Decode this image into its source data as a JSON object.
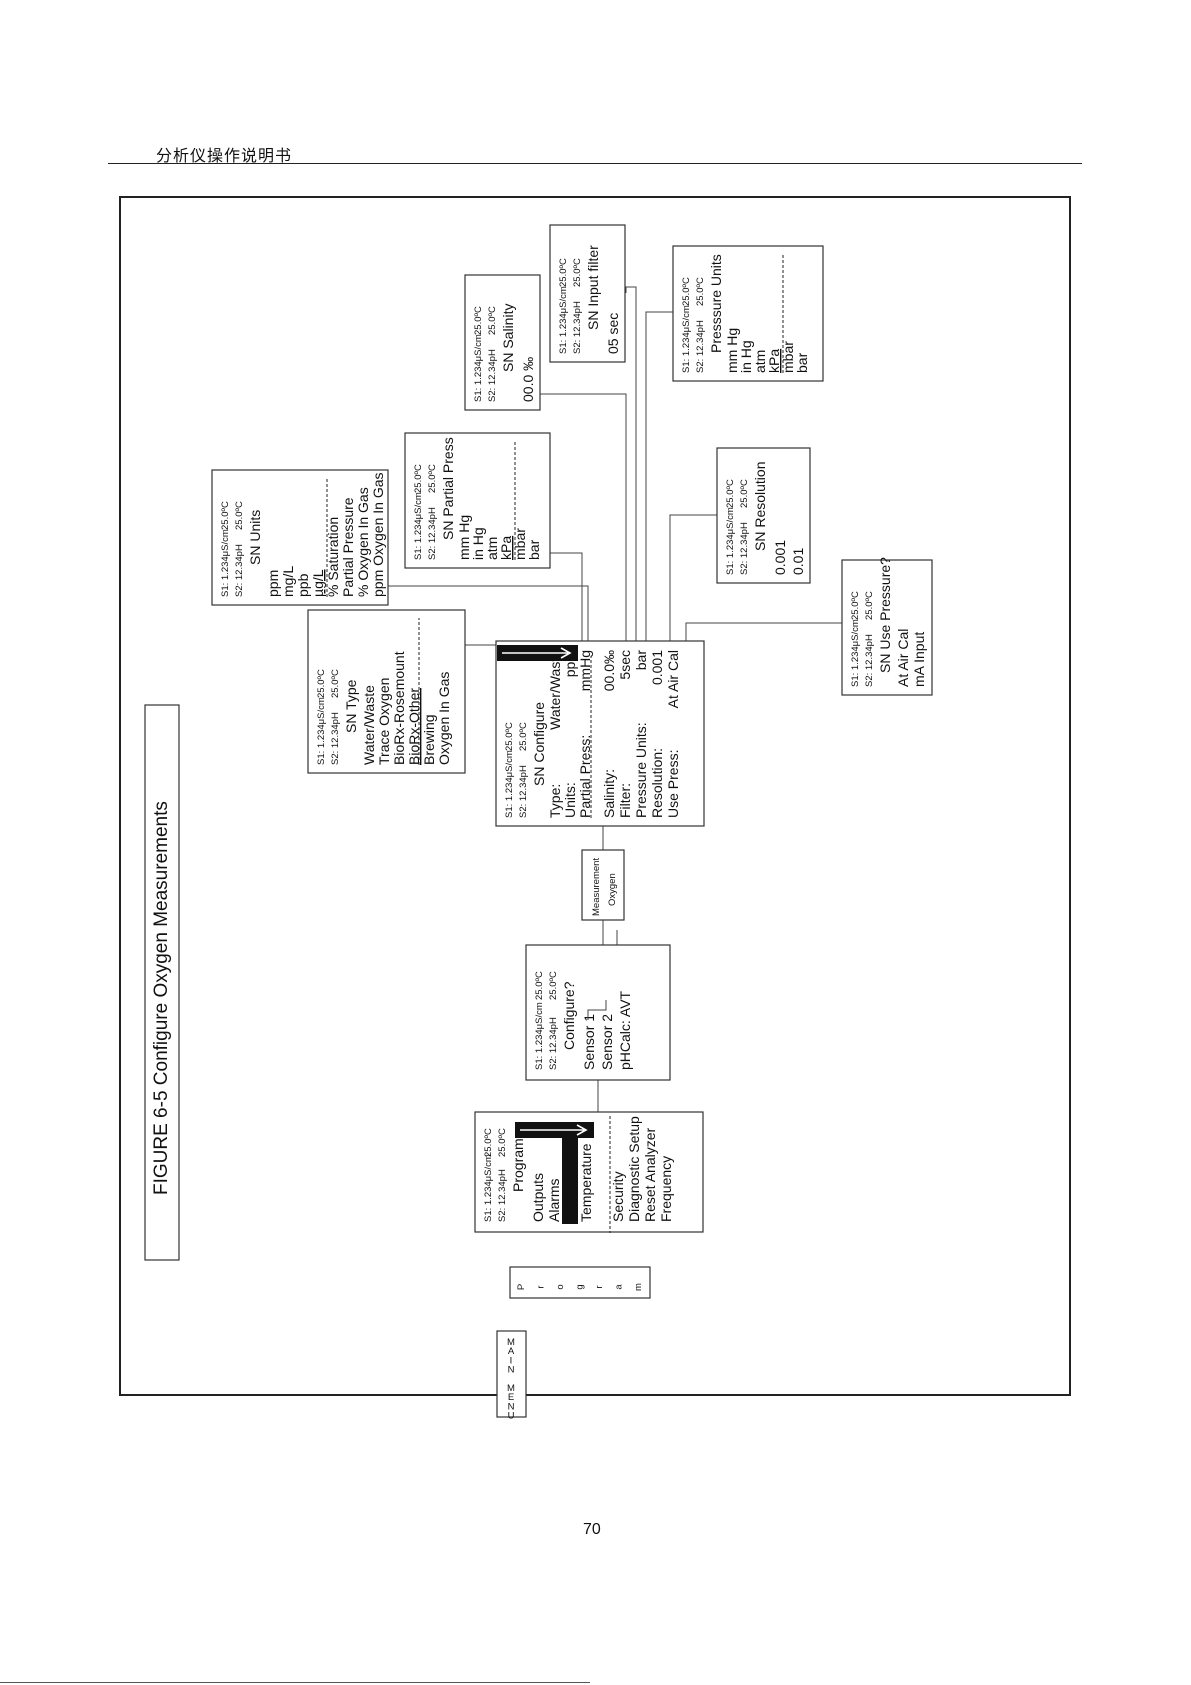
{
  "page": {
    "header_title": "分析仪操作说明书",
    "page_number": "70",
    "figure_title": "FIGURE 6-5 Configure Oxygen Measurements"
  },
  "status": {
    "s1": "S1: 1.234μS/cm",
    "s2": "S2: 12.34pH",
    "temp": "25.0ºC"
  },
  "main_menu": {
    "left_letters": [
      "M",
      "A",
      "I",
      "N",
      "",
      "M",
      "E",
      "N",
      "U"
    ],
    "right_letters": [
      "P",
      "r",
      "o",
      "g",
      "r",
      "a",
      "m"
    ]
  },
  "program_screen": {
    "title": "Program",
    "items": [
      "Outputs",
      "Alarms",
      "Measurement",
      "Temperature",
      "Security",
      "Diagnostic Setup",
      "Reset Analyzer",
      "Frequency"
    ],
    "selected": "Measurement"
  },
  "configure_screen": {
    "title": "Configure?",
    "items": [
      "Sensor 1",
      "Sensor 2",
      "pHCalc: AVT"
    ]
  },
  "measurement_label": [
    "Measurement",
    "Oxygen"
  ],
  "sn_configure": {
    "title": "SN Configure",
    "rows_top": [
      {
        "label": "Type:",
        "value": "Water/Waste"
      },
      {
        "label": "Units:",
        "value": "ppm"
      },
      {
        "label": "Partial Press:",
        "value": "mmHg"
      }
    ],
    "rows_bottom": [
      {
        "label": "Salinity:",
        "value": "00.0‰"
      },
      {
        "label": "Filter:",
        "value": "5sec"
      },
      {
        "label": "Pressure Units:",
        "value": "bar"
      },
      {
        "label": "Resolution:",
        "value": "0.001"
      },
      {
        "label": "Use Press:",
        "value": "At Air Cal"
      }
    ]
  },
  "sn_type": {
    "title": "SN Type",
    "items": [
      "Water/Waste",
      "Trace Oxygen",
      "BioRx-Rosemount",
      "BioRx-Other",
      "Brewing",
      "Oxygen In Gas"
    ]
  },
  "sn_units": {
    "title": "SN Units",
    "items": [
      "ppm",
      "mg/L",
      "ppb",
      "µg/L",
      "% Saturation",
      "Partial Pressure",
      "% Oxygen In Gas",
      "ppm Oxygen In Gas"
    ]
  },
  "sn_partial_press": {
    "title": "SN Partial Press",
    "items": [
      "mm Hg",
      "in Hg",
      "atm",
      "kPa",
      "mbar",
      "bar"
    ]
  },
  "sn_salinity": {
    "title": "SN Salinity",
    "value": "00.0 ‰"
  },
  "sn_input_filter": {
    "title": "SN Input filter",
    "value": "05 sec"
  },
  "sn_pressure_units": {
    "title": "Presssure Units",
    "items": [
      "mm Hg",
      "in Hg",
      "atm",
      "kPa",
      "mbar",
      "bar"
    ]
  },
  "sn_resolution": {
    "title": "SN Resolution",
    "items": [
      "0.001",
      "0.01"
    ]
  },
  "sn_use_pressure": {
    "title": "SN Use Pressure?",
    "items": [
      "At Air Cal",
      "mA Input"
    ]
  }
}
